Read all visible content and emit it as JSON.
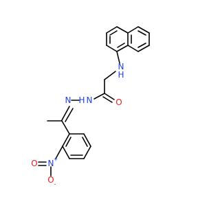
{
  "colors": {
    "carbon_bond": "#000000",
    "nitrogen": "#1e40e8",
    "oxygen": "#e8201e",
    "background": "#ffffff"
  },
  "atoms": {
    "amine_n": {
      "symbol": "N",
      "hydrogen": "H",
      "element": "nitrogen"
    },
    "hydrazide_n1": {
      "symbol": "N",
      "hydrogen": "H",
      "element": "nitrogen"
    },
    "hydrazone_n2": {
      "symbol": "N",
      "element": "nitrogen"
    },
    "carbonyl_o": {
      "symbol": "O",
      "element": "oxygen"
    },
    "nitro_n": {
      "symbol": "N",
      "charge": "+",
      "element": "nitrogen"
    },
    "nitro_o_minus": {
      "symbol": "O",
      "charge": "-",
      "element": "oxygen"
    },
    "nitro_o_double": {
      "symbol": "O",
      "element": "oxygen"
    }
  }
}
